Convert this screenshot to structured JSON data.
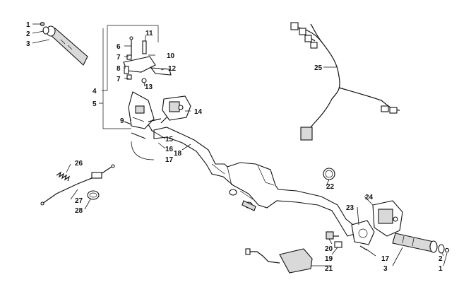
{
  "diagram": {
    "callouts": [
      "1",
      "2",
      "3",
      "4",
      "5",
      "6",
      "7",
      "7",
      "8",
      "9",
      "10",
      "11",
      "12",
      "13",
      "14",
      "15",
      "16",
      "17",
      "18",
      "25",
      "26",
      "27",
      "28",
      "22",
      "24",
      "23",
      "20",
      "19",
      "21",
      "17",
      "2",
      "3",
      "1"
    ]
  }
}
